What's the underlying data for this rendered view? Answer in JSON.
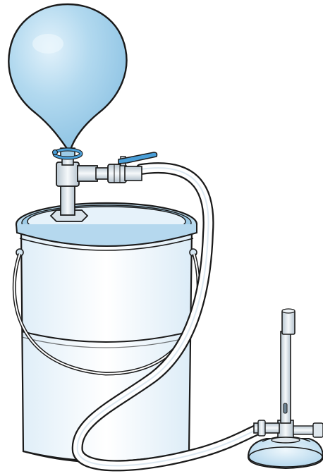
{
  "illustration": {
    "objects": [
      "balloon",
      "tube-clamp",
      "t-connector",
      "valve",
      "bucket",
      "bucket-handle",
      "hose",
      "bunsen-burner"
    ],
    "colors": {
      "outline": "#1a1a1a",
      "balloon_fill": "#a9d3ec",
      "balloon_highlight": "#dff0fa",
      "metal_light": "#eef3f6",
      "metal_mid": "#c9d4dc",
      "bucket_body": "#eff6fb",
      "bucket_rim": "#b9dbef",
      "bucket_interior": "#e4f1f9",
      "clamp_blue": "#4a9fd8",
      "hose_fill": "#ffffff",
      "burner_base": "#c5e1f2"
    }
  }
}
